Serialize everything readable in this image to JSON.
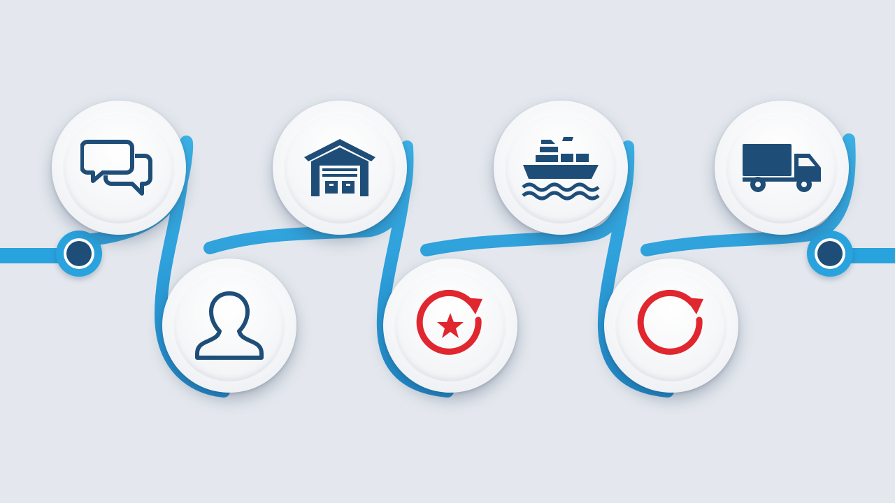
{
  "colors": {
    "background": "#e4e8ee",
    "path": "#29a3dd",
    "path_dark": "#1e7fbf",
    "icon_navy": "#1e4e78",
    "icon_red": "#e0262e",
    "node_face": "#f6f7f9"
  },
  "nodes": [
    {
      "id": "step-1",
      "icon": "chat-bubbles-icon"
    },
    {
      "id": "step-2",
      "icon": "person-icon"
    },
    {
      "id": "step-3",
      "icon": "warehouse-icon"
    },
    {
      "id": "step-4",
      "icon": "star-refresh-icon"
    },
    {
      "id": "step-5",
      "icon": "cargo-ship-icon"
    },
    {
      "id": "step-6",
      "icon": "refresh-icon"
    },
    {
      "id": "step-7",
      "icon": "delivery-truck-icon"
    }
  ],
  "endpoints": [
    {
      "id": "start-dot"
    },
    {
      "id": "end-dot"
    }
  ]
}
